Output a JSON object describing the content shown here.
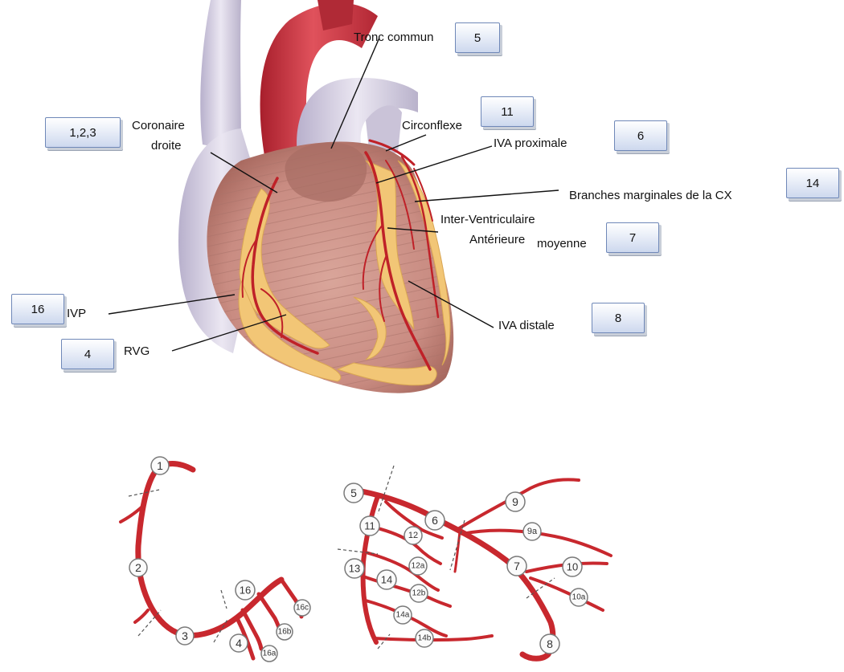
{
  "callouts": {
    "tronc_commun": "Tronc commun",
    "coronaire_droite_1": "Coronaire",
    "coronaire_droite_2": "droite",
    "circonflexe": "Circonflexe",
    "iva_proximale": "IVA proximale",
    "branches_marginales": "Branches marginales de la CX",
    "inter_ventriculaire": "Inter-Ventriculaire",
    "anterieure": "Antérieure",
    "moyenne": "moyenne",
    "ivp": "IVP",
    "iva_distale": "IVA distale",
    "rvg": "RVG"
  },
  "segment_boxes": {
    "tronc_commun": "5",
    "coronaire_droite": "1,2,3",
    "circonflexe": "11",
    "iva_proximale": "6",
    "branches_marginales": "14",
    "iva_moyenne": "7",
    "ivp": "16",
    "iva_distale": "8",
    "rvg": "4"
  },
  "right_tree_nodes": {
    "n1": "1",
    "n2": "2",
    "n3": "3",
    "n4": "4",
    "n16": "16",
    "n16a": "16a",
    "n16b": "16b",
    "n16c": "16c"
  },
  "left_tree_nodes": {
    "n5": "5",
    "n6": "6",
    "n7": "7",
    "n8": "8",
    "n9": "9",
    "n9a": "9a",
    "n10": "10",
    "n10a": "10a",
    "n11": "11",
    "n12": "12",
    "n12a": "12a",
    "n12b": "12b",
    "n13": "13",
    "n14": "14",
    "n14a": "14a",
    "n14b": "14b"
  },
  "colors": {
    "artery": "#c8282e",
    "artery_dark": "#8f1a1f",
    "myocardium": "#c98e84",
    "fat": "#f2c774",
    "vessel_pale": "#cfc9dc",
    "aorta": "#c8343f"
  }
}
